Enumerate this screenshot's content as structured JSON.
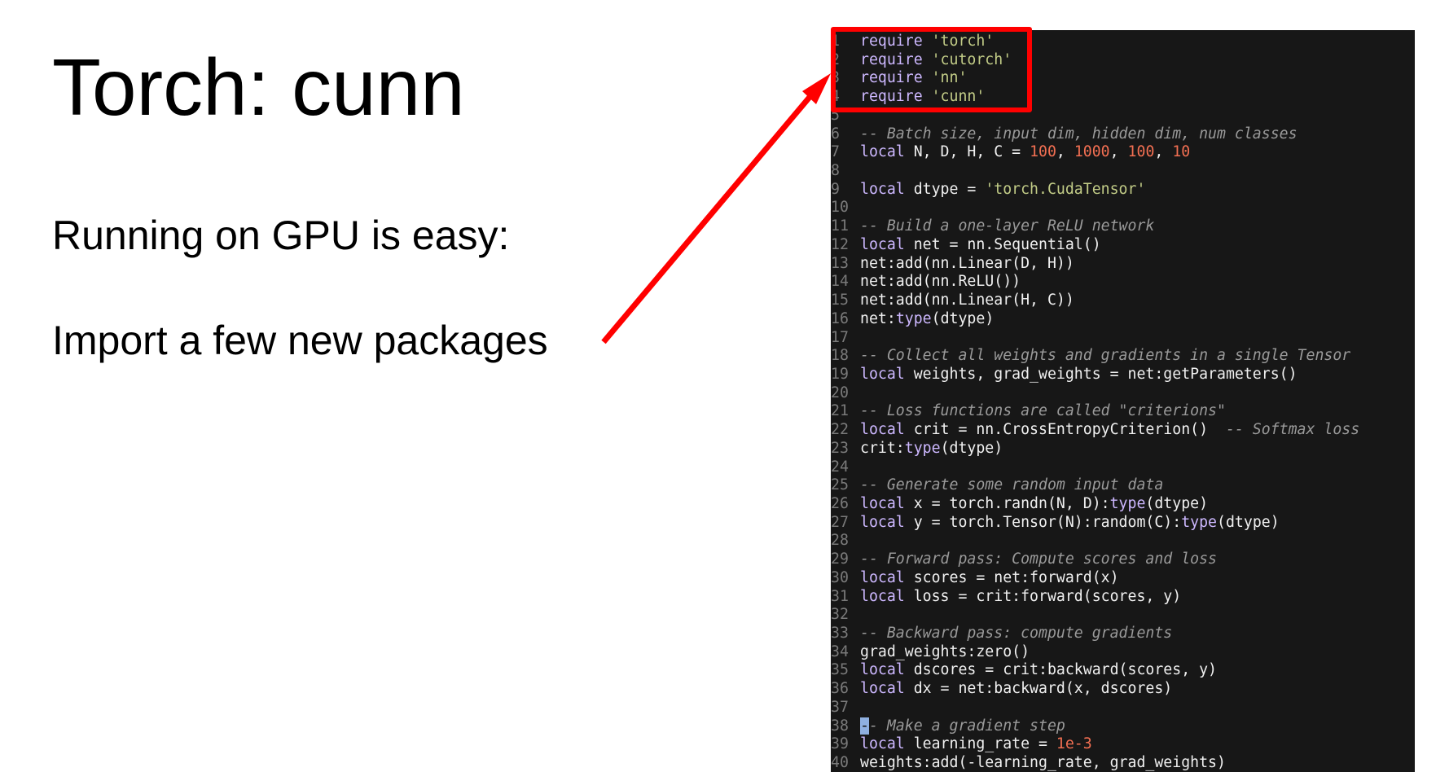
{
  "slide": {
    "title": "Torch: cunn",
    "bullets": [
      "Running on GPU is easy:",
      "Import a few new packages"
    ]
  },
  "colors": {
    "annotation": "#ff0000",
    "editor_background": "#171717",
    "keyword": "#cdb8ff",
    "string": "#c2cc87",
    "number": "#f26f52",
    "comment": "#9a9a9a",
    "line_number": "#7a7a7a"
  },
  "code_editor": {
    "language": "lua",
    "lines": [
      [
        {
          "t": "kw",
          "v": "require"
        },
        {
          "t": "plain",
          "v": " "
        },
        {
          "t": "str",
          "v": "'torch'"
        }
      ],
      [
        {
          "t": "kw",
          "v": "require"
        },
        {
          "t": "plain",
          "v": " "
        },
        {
          "t": "str",
          "v": "'cutorch'"
        }
      ],
      [
        {
          "t": "kw",
          "v": "require"
        },
        {
          "t": "plain",
          "v": " "
        },
        {
          "t": "str",
          "v": "'nn'"
        }
      ],
      [
        {
          "t": "kw",
          "v": "require"
        },
        {
          "t": "plain",
          "v": " "
        },
        {
          "t": "str",
          "v": "'cunn'"
        }
      ],
      [],
      [
        {
          "t": "cm",
          "v": "-- Batch size, input dim, hidden dim, num classes"
        }
      ],
      [
        {
          "t": "kw",
          "v": "local"
        },
        {
          "t": "plain",
          "v": " N, D, H, C = "
        },
        {
          "t": "num",
          "v": "100"
        },
        {
          "t": "plain",
          "v": ", "
        },
        {
          "t": "num",
          "v": "1000"
        },
        {
          "t": "plain",
          "v": ", "
        },
        {
          "t": "num",
          "v": "100"
        },
        {
          "t": "plain",
          "v": ", "
        },
        {
          "t": "num",
          "v": "10"
        }
      ],
      [],
      [
        {
          "t": "kw",
          "v": "local"
        },
        {
          "t": "plain",
          "v": " dtype = "
        },
        {
          "t": "str",
          "v": "'torch.CudaTensor'"
        }
      ],
      [],
      [
        {
          "t": "cm",
          "v": "-- Build a one-layer ReLU network"
        }
      ],
      [
        {
          "t": "kw",
          "v": "local"
        },
        {
          "t": "plain",
          "v": " net = nn.Sequential()"
        }
      ],
      [
        {
          "t": "plain",
          "v": "net:add(nn.Linear(D, H))"
        }
      ],
      [
        {
          "t": "plain",
          "v": "net:add(nn.ReLU())"
        }
      ],
      [
        {
          "t": "plain",
          "v": "net:add(nn.Linear(H, C))"
        }
      ],
      [
        {
          "t": "plain",
          "v": "net:"
        },
        {
          "t": "fn",
          "v": "type"
        },
        {
          "t": "plain",
          "v": "(dtype)"
        }
      ],
      [],
      [
        {
          "t": "cm",
          "v": "-- Collect all weights and gradients in a single Tensor"
        }
      ],
      [
        {
          "t": "kw",
          "v": "local"
        },
        {
          "t": "plain",
          "v": " weights, grad_weights = net:getParameters()"
        }
      ],
      [],
      [
        {
          "t": "cm",
          "v": "-- Loss functions are called \"criterions\""
        }
      ],
      [
        {
          "t": "kw",
          "v": "local"
        },
        {
          "t": "plain",
          "v": " crit = nn.CrossEntropyCriterion()  "
        },
        {
          "t": "cm",
          "v": "-- Softmax loss"
        }
      ],
      [
        {
          "t": "plain",
          "v": "crit:"
        },
        {
          "t": "fn",
          "v": "type"
        },
        {
          "t": "plain",
          "v": "(dtype)"
        }
      ],
      [],
      [
        {
          "t": "cm",
          "v": "-- Generate some random input data"
        }
      ],
      [
        {
          "t": "kw",
          "v": "local"
        },
        {
          "t": "plain",
          "v": " x = torch.randn(N, D):"
        },
        {
          "t": "fn",
          "v": "type"
        },
        {
          "t": "plain",
          "v": "(dtype)"
        }
      ],
      [
        {
          "t": "kw",
          "v": "local"
        },
        {
          "t": "plain",
          "v": " y = torch.Tensor(N):random(C):"
        },
        {
          "t": "fn",
          "v": "type"
        },
        {
          "t": "plain",
          "v": "(dtype)"
        }
      ],
      [],
      [
        {
          "t": "cm",
          "v": "-- Forward pass: Compute scores and loss"
        }
      ],
      [
        {
          "t": "kw",
          "v": "local"
        },
        {
          "t": "plain",
          "v": " scores = net:forward(x)"
        }
      ],
      [
        {
          "t": "kw",
          "v": "local"
        },
        {
          "t": "plain",
          "v": " loss = crit:forward(scores, y)"
        }
      ],
      [],
      [
        {
          "t": "cm",
          "v": "-- Backward pass: compute gradients"
        }
      ],
      [
        {
          "t": "plain",
          "v": "grad_weights:zero()"
        }
      ],
      [
        {
          "t": "kw",
          "v": "local"
        },
        {
          "t": "plain",
          "v": " dscores = crit:backward(scores, y)"
        }
      ],
      [
        {
          "t": "kw",
          "v": "local"
        },
        {
          "t": "plain",
          "v": " dx = net:backward(x, dscores)"
        }
      ],
      [],
      [
        {
          "t": "cursor",
          "v": "-"
        },
        {
          "t": "cm",
          "v": "- Make a gradient step"
        }
      ],
      [
        {
          "t": "kw",
          "v": "local"
        },
        {
          "t": "plain",
          "v": " learning_rate = "
        },
        {
          "t": "num",
          "v": "1e-3"
        }
      ],
      [
        {
          "t": "plain",
          "v": "weights:add(-learning_rate, grad_weights)"
        }
      ]
    ]
  }
}
